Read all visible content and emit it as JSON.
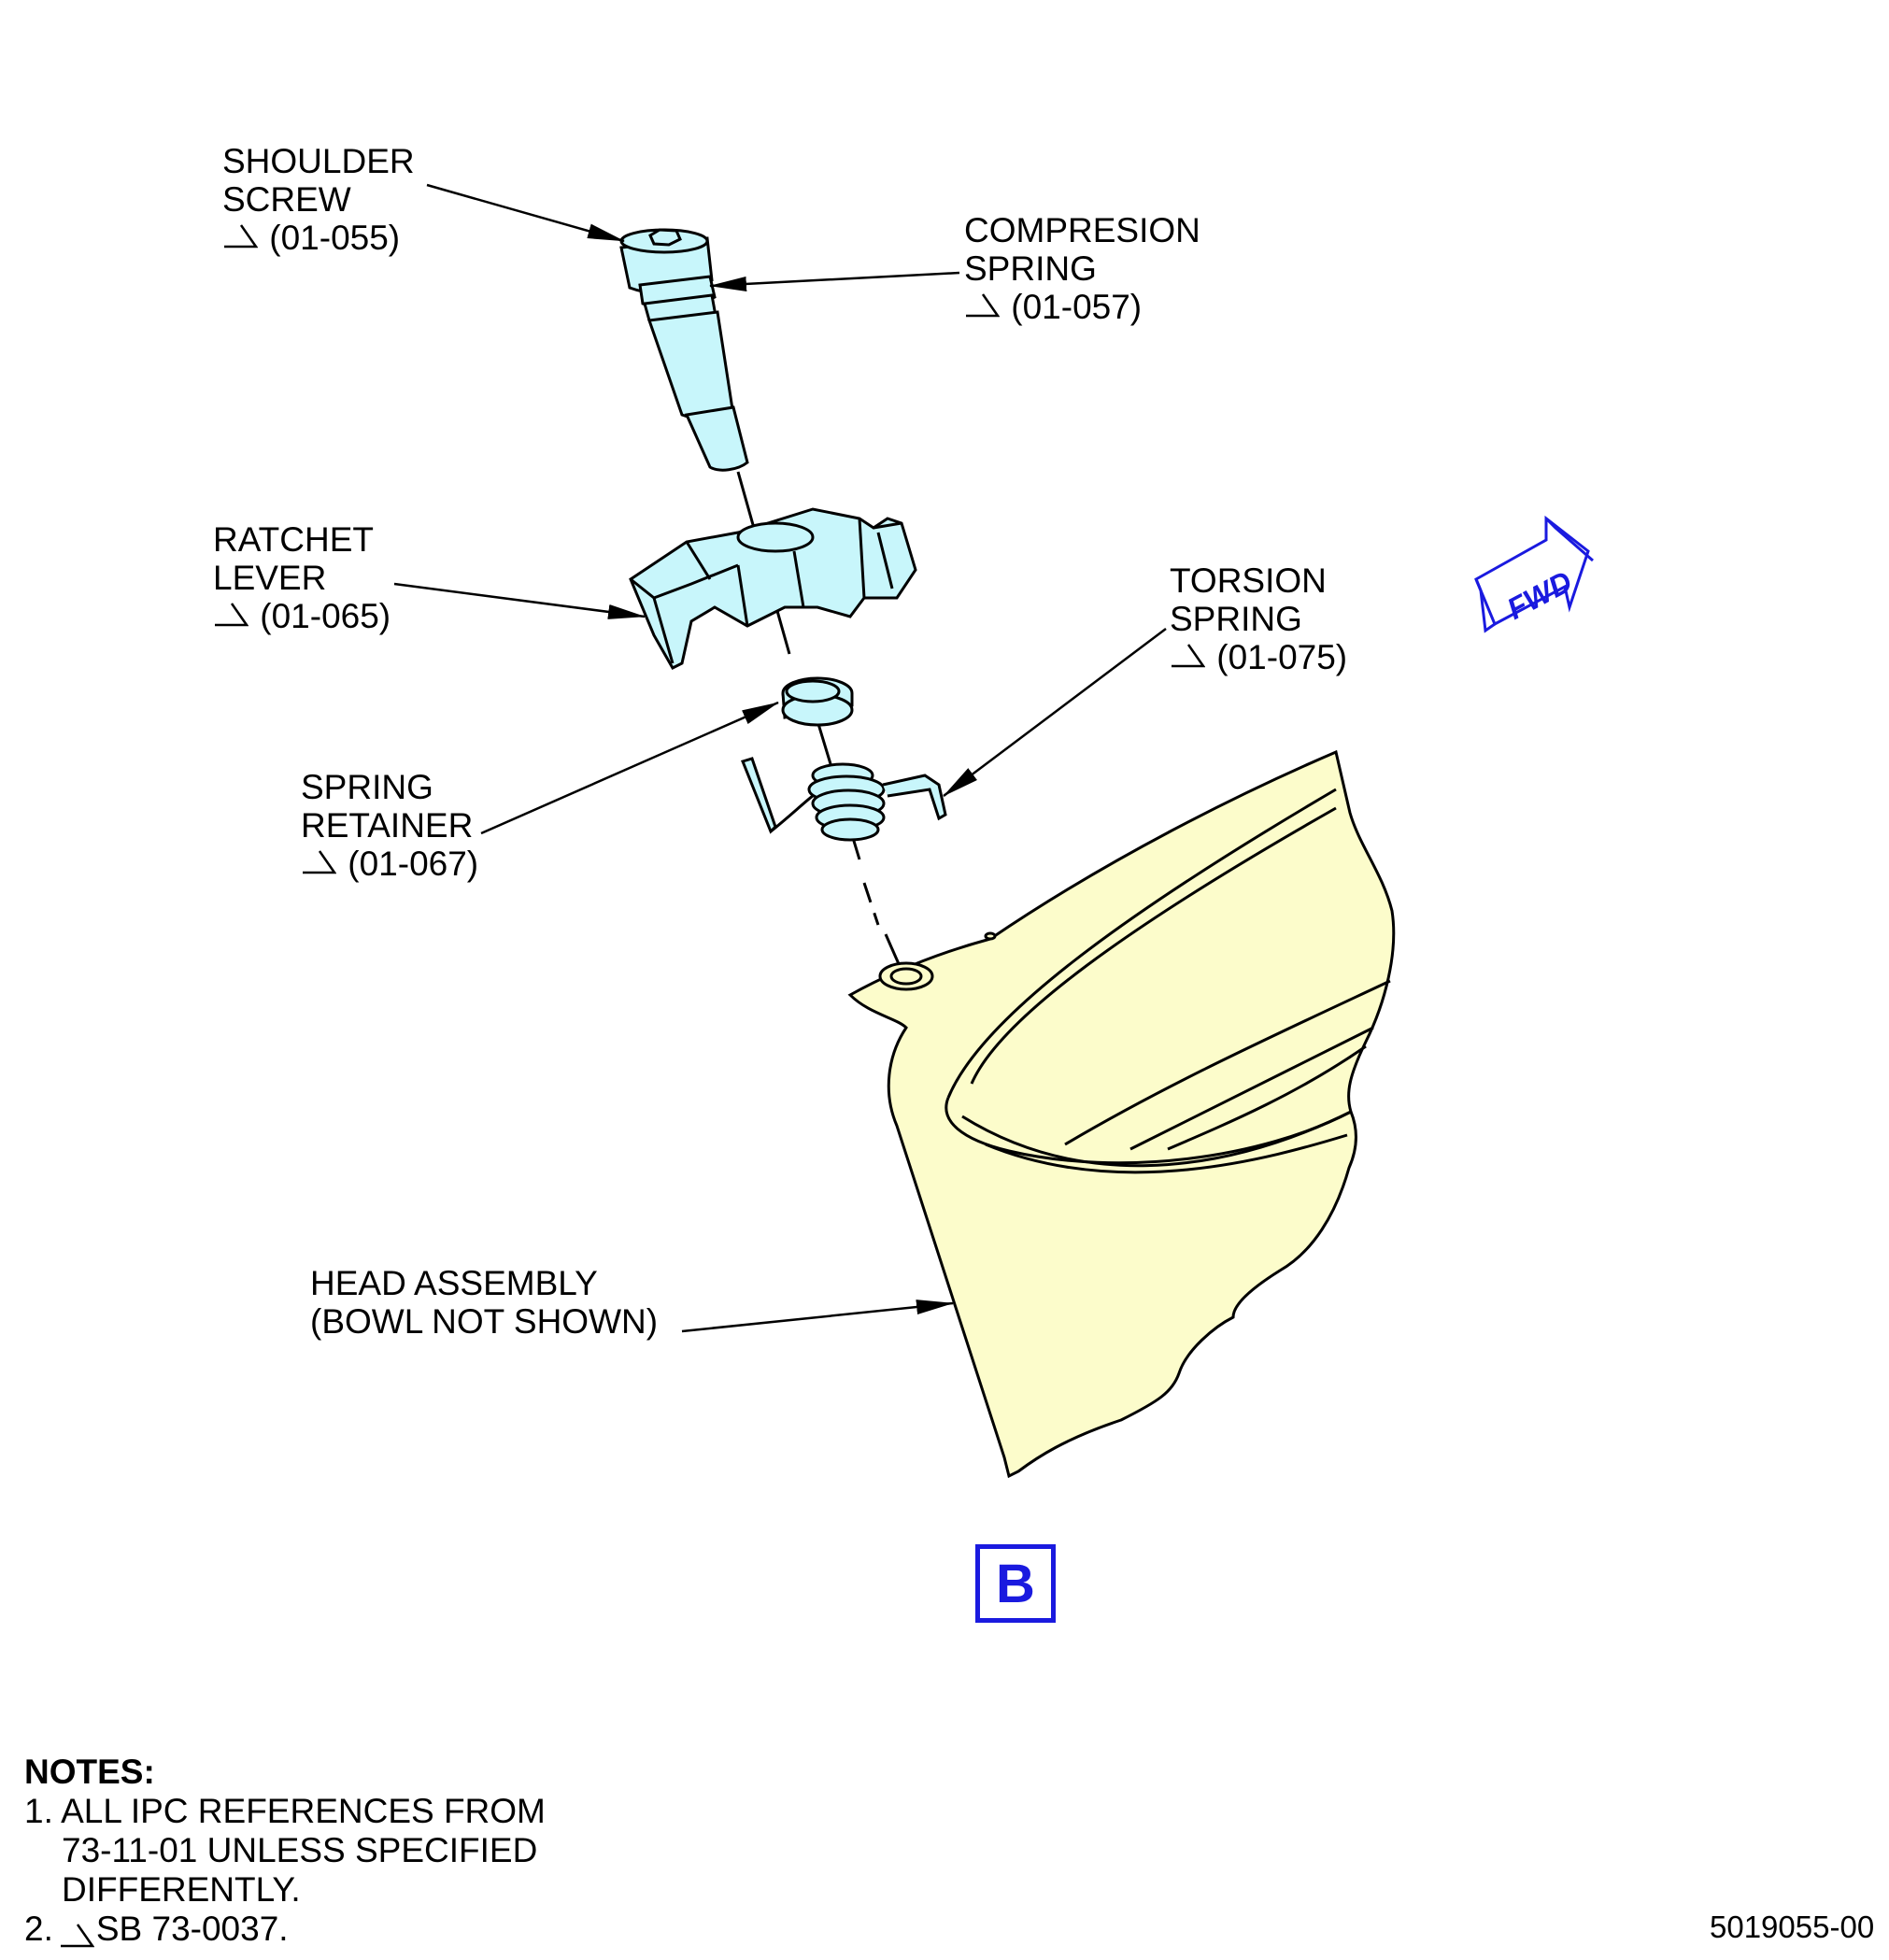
{
  "callouts": {
    "shoulder_screw": {
      "line1": "SHOULDER",
      "line2": "SCREW",
      "ref": "(01-055)"
    },
    "compression_spring": {
      "line1": "COMPRESION",
      "line2": "SPRING",
      "ref": "(01-057)"
    },
    "ratchet_lever": {
      "line1": "RATCHET",
      "line2": "LEVER",
      "ref": "(01-065)"
    },
    "torsion_spring": {
      "line1": "TORSION",
      "line2": "SPRING",
      "ref": "(01-075)"
    },
    "spring_retainer": {
      "line1": "SPRING",
      "line2": "RETAINER",
      "ref": "(01-067)"
    },
    "head_assembly": {
      "line1": "HEAD ASSEMBLY",
      "line2": "(BOWL NOT SHOWN)"
    }
  },
  "fwd_arrow": {
    "label": "FWD"
  },
  "view_label": "B",
  "notes": {
    "heading": "NOTES:",
    "note1_line1": "1. ALL IPC REFERENCES FROM",
    "note1_line2": "73-11-01 UNLESS SPECIFIED",
    "note1_line3": "DIFFERENTLY.",
    "note2_prefix": "2.",
    "note2_text": "SB 73-0037."
  },
  "document_number": "5019055-00",
  "colors": {
    "part_fill": "#c8f6fb",
    "housing_fill": "#fcfccb",
    "accent_blue": "#1a1adf",
    "line": "#000000"
  }
}
